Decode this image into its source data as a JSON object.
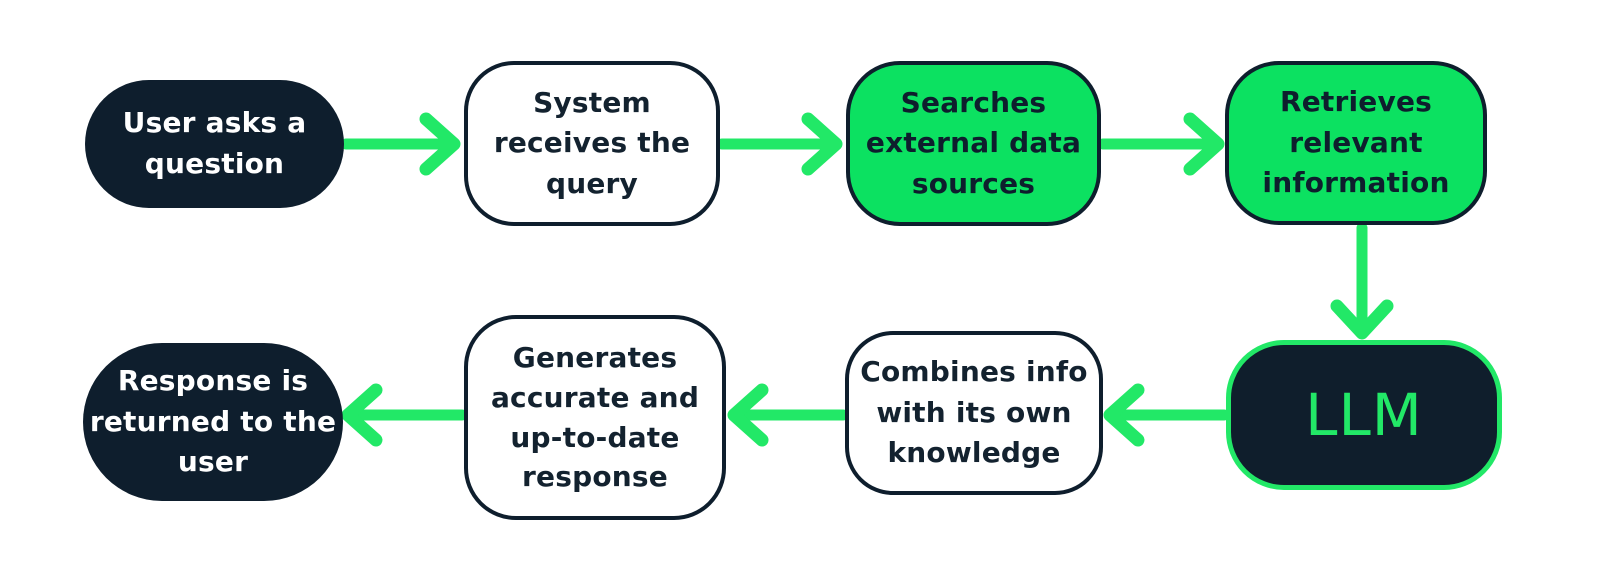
{
  "colors": {
    "background": "#FFFFFF",
    "navy": "#0E1E2D",
    "green_fill": "#0CE161",
    "arrow_green": "#22E867",
    "white_text": "#FFFFFF"
  },
  "diagram": {
    "nodes": [
      {
        "id": "user-asks-a-question",
        "label": "User asks a\nquestion",
        "style": "navy-pill"
      },
      {
        "id": "system-receives-the-query",
        "label": "System\nreceives the\nquery",
        "style": "outline"
      },
      {
        "id": "searches-external-data-sources",
        "label": "Searches\nexternal data\nsources",
        "style": "green-box"
      },
      {
        "id": "retrieves-relevant-information",
        "label": "Retrieves\nrelevant\ninformation",
        "style": "green-box"
      },
      {
        "id": "llm",
        "label": "LLM",
        "style": "llm-box"
      },
      {
        "id": "combines-info-with-own-knowledge",
        "label": "Combines info\nwith its own\nknowledge",
        "style": "outline"
      },
      {
        "id": "generates-up-to-date-response",
        "label": "Generates\naccurate and\nup-to-date\nresponse",
        "style": "outline"
      },
      {
        "id": "response-returned-to-user",
        "label": "Response is\nreturned to the\nuser",
        "style": "navy-pill"
      }
    ],
    "edges": [
      {
        "from": "user-asks-a-question",
        "to": "system-receives-the-query",
        "direction": "right"
      },
      {
        "from": "system-receives-the-query",
        "to": "searches-external-data-sources",
        "direction": "right"
      },
      {
        "from": "searches-external-data-sources",
        "to": "retrieves-relevant-information",
        "direction": "right"
      },
      {
        "from": "retrieves-relevant-information",
        "to": "llm",
        "direction": "down"
      },
      {
        "from": "llm",
        "to": "combines-info-with-own-knowledge",
        "direction": "left"
      },
      {
        "from": "combines-info-with-own-knowledge",
        "to": "generates-up-to-date-response",
        "direction": "left"
      },
      {
        "from": "generates-up-to-date-response",
        "to": "response-returned-to-user",
        "direction": "left"
      }
    ]
  }
}
